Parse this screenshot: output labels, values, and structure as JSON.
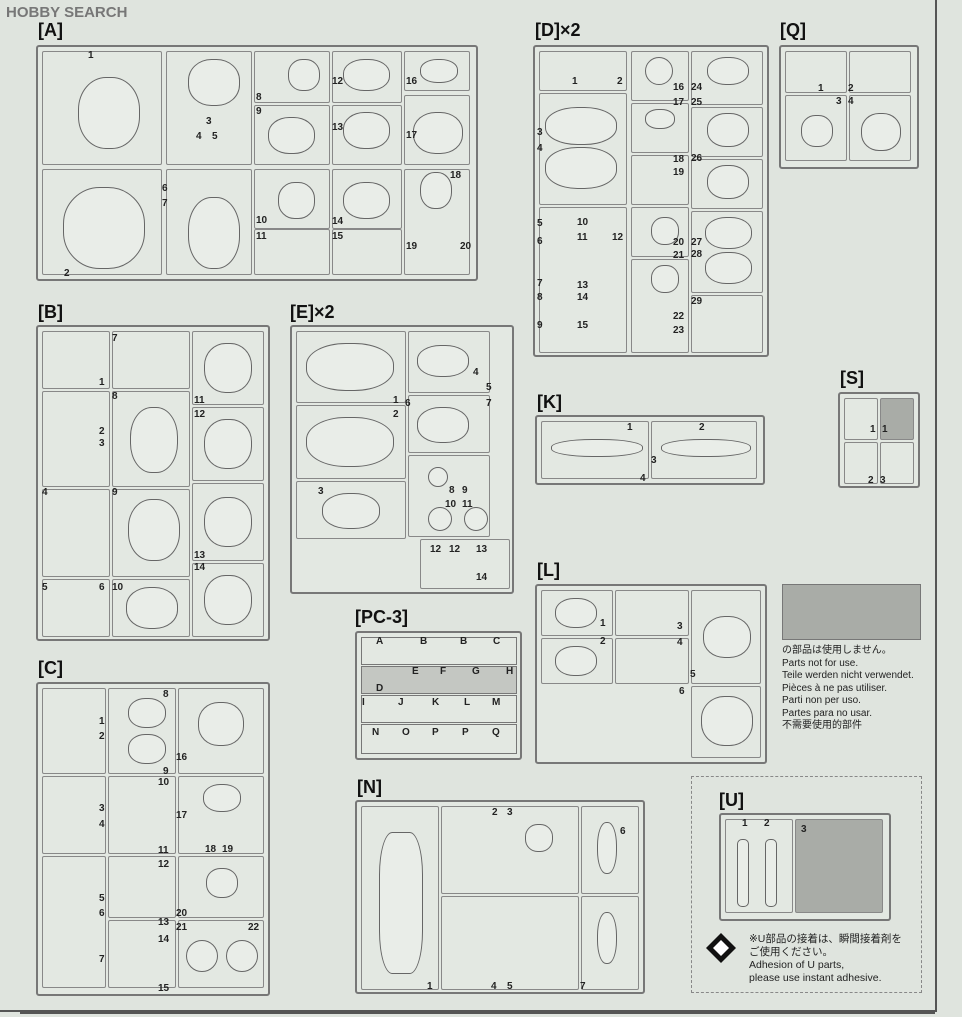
{
  "watermark": "HOBBY SEARCH",
  "sprues": {
    "A": {
      "label": "[A]",
      "numbers": [
        "1",
        "2",
        "3",
        "4",
        "5",
        "6",
        "7",
        "8",
        "9",
        "10",
        "11",
        "12",
        "13",
        "14",
        "15",
        "16",
        "17",
        "18",
        "19",
        "20"
      ]
    },
    "D": {
      "label": "[D]×2",
      "numbers": [
        "1",
        "2",
        "3",
        "4",
        "5",
        "6",
        "7",
        "8",
        "9",
        "10",
        "11",
        "12",
        "13",
        "14",
        "15",
        "16",
        "17",
        "18",
        "19",
        "20",
        "21",
        "22",
        "23",
        "24",
        "25",
        "26",
        "27",
        "28",
        "29"
      ]
    },
    "Q": {
      "label": "[Q]",
      "numbers": [
        "1",
        "2",
        "3",
        "4"
      ]
    },
    "B": {
      "label": "[B]",
      "numbers": [
        "1",
        "2",
        "3",
        "4",
        "5",
        "6",
        "7",
        "8",
        "9",
        "10",
        "11",
        "12",
        "13",
        "14"
      ]
    },
    "E": {
      "label": "[E]×2",
      "numbers": [
        "1",
        "2",
        "3",
        "4",
        "5",
        "6",
        "7",
        "8",
        "9",
        "10",
        "11",
        "12",
        "12",
        "13",
        "14"
      ]
    },
    "S": {
      "label": "[S]",
      "numbers": [
        "1",
        "1",
        "2",
        "3"
      ]
    },
    "K": {
      "label": "[K]",
      "numbers": [
        "1",
        "2",
        "3",
        "4"
      ]
    },
    "L": {
      "label": "[L]",
      "numbers": [
        "1",
        "2",
        "3",
        "4",
        "5",
        "6"
      ]
    },
    "PC3": {
      "label": "[PC-3]",
      "letters": [
        "A",
        "B",
        "B",
        "C",
        "D",
        "E",
        "F",
        "G",
        "H",
        "I",
        "J",
        "K",
        "L",
        "M",
        "N",
        "O",
        "P",
        "P",
        "Q"
      ]
    },
    "C": {
      "label": "[C]",
      "numbers": [
        "1",
        "2",
        "3",
        "4",
        "5",
        "6",
        "7",
        "8",
        "9",
        "10",
        "11",
        "12",
        "13",
        "14",
        "15",
        "16",
        "17",
        "18",
        "19",
        "20",
        "21",
        "22"
      ]
    },
    "N": {
      "label": "[N]",
      "numbers": [
        "1",
        "2",
        "3",
        "4",
        "5",
        "6",
        "7"
      ]
    },
    "U": {
      "label": "[U]",
      "numbers": [
        "1",
        "2",
        "3"
      ]
    }
  },
  "not_used_notice": [
    "の部品は使用しません。",
    "Parts not for use.",
    "Teile werden nicht verwendet.",
    "Pièces à ne pas utiliser.",
    "Parti non per uso.",
    "Partes para no usar.",
    "不需要使用的部件"
  ],
  "u_adhesive_notice": [
    "※U部品の接着は、瞬間接着剤を",
    "ご使用ください。",
    "Adhesion of U parts,",
    "please use instant adhesive."
  ]
}
